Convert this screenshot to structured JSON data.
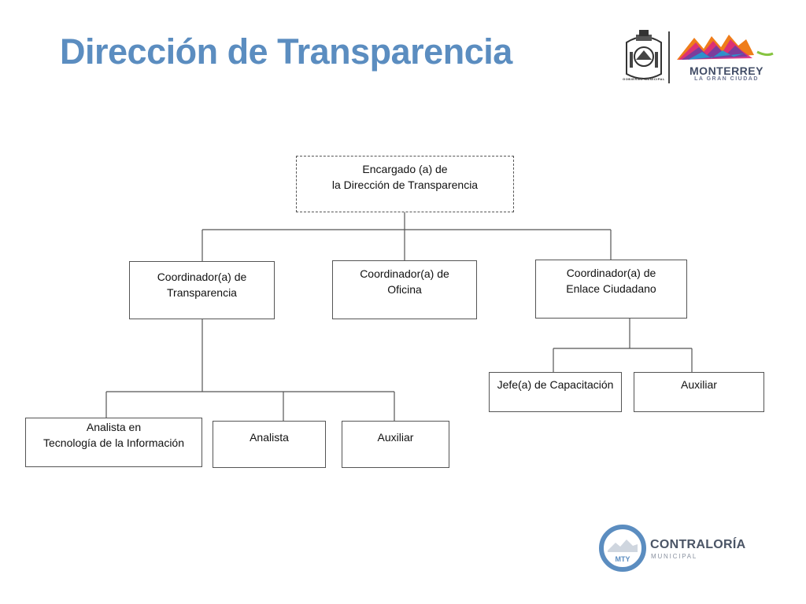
{
  "header": {
    "title": "Dirección de Transparencia",
    "title_color": "#5b8dc0"
  },
  "logos": {
    "seal_caption": "GOBIERNO MUNICIPAL",
    "city_name": "MONTERREY",
    "city_tagline": "LA GRAN CIUDAD",
    "contraloria_name": "CONTRALORÍA",
    "contraloria_sub": "MUNICIPAL",
    "contraloria_badge": "MTY",
    "badge_color": "#5b8dc0"
  },
  "org_chart": {
    "root": {
      "lines": [
        "Encargado (a) de",
        "la Dirección de Transparencia"
      ]
    },
    "coordinators": [
      {
        "lines": [
          "Coordinador(a) de",
          "Transparencia"
        ]
      },
      {
        "lines": [
          "Coordinador(a) de",
          "Oficina"
        ]
      },
      {
        "lines": [
          "Coordinador(a) de",
          "Enlace Ciudadano"
        ]
      }
    ],
    "transparencia_staff": [
      {
        "lines": [
          "Analista en",
          "Tecnología de la Información"
        ]
      },
      {
        "lines": [
          "Analista"
        ]
      },
      {
        "lines": [
          "Auxiliar"
        ]
      }
    ],
    "enlace_staff": [
      {
        "lines": [
          "Jefe(a) de Capacitación"
        ]
      },
      {
        "lines": [
          "Auxiliar"
        ]
      }
    ],
    "line_color": "#555555"
  }
}
